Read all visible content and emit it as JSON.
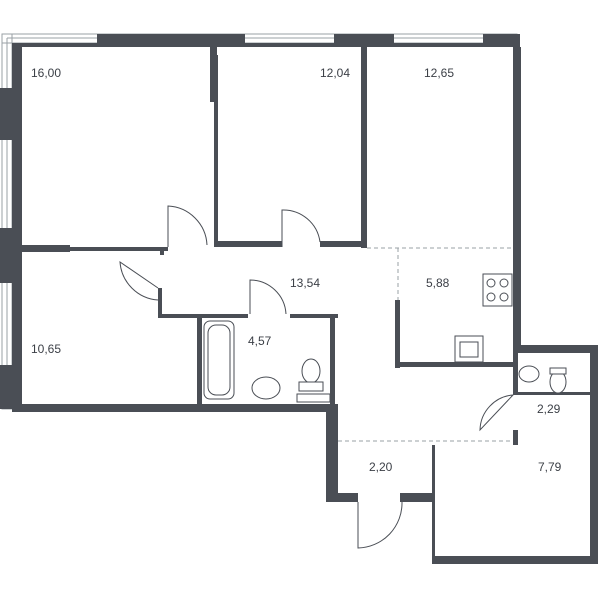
{
  "rooms": [
    {
      "id": "bedroom-1",
      "area": "16,00"
    },
    {
      "id": "bedroom-2",
      "area": "12,04"
    },
    {
      "id": "bedroom-3",
      "area": "12,65"
    },
    {
      "id": "bedroom-4",
      "area": "10,65"
    },
    {
      "id": "hallway",
      "area": "13,54"
    },
    {
      "id": "kitchen",
      "area": "5,88"
    },
    {
      "id": "bathroom",
      "area": "4,57"
    },
    {
      "id": "wc",
      "area": "2,29"
    },
    {
      "id": "entrance",
      "area": "2,20"
    },
    {
      "id": "storage",
      "area": "7,79"
    }
  ],
  "colors": {
    "wall": "#4a4e55",
    "window": "#9aa0a6",
    "label": "#3b3f46"
  }
}
